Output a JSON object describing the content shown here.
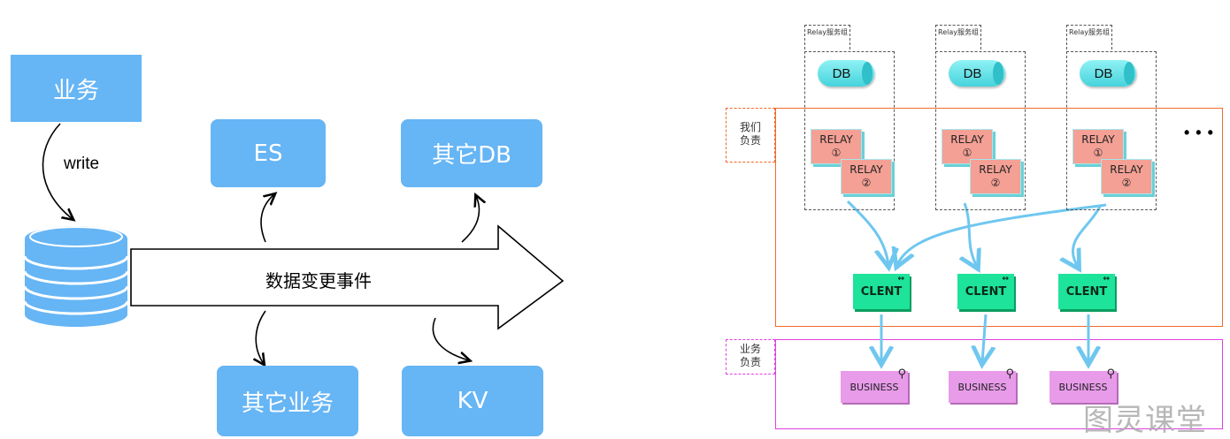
{
  "left": {
    "business": "业务",
    "write": "write",
    "es": "ES",
    "other_db": "其它DB",
    "event_arrow": "数据变更事件",
    "other_business": "其它业务",
    "kv": "KV"
  },
  "right": {
    "groups": [
      {
        "tag": "Relay服务组",
        "db": "DB",
        "relay1": "RELAY",
        "relay1_num": "①",
        "relay2": "RELAY",
        "relay2_num": "②",
        "client": "CLENT",
        "business": "BUSINESS"
      },
      {
        "tag": "Relay服务组",
        "db": "DB",
        "relay1": "RELAY",
        "relay1_num": "①",
        "relay2": "RELAY",
        "relay2_num": "②",
        "client": "CLENT",
        "business": "BUSINESS"
      },
      {
        "tag": "Relay服务组",
        "db": "DB",
        "relay1": "RELAY",
        "relay1_num": "①",
        "relay2": "RELAY",
        "relay2_num": "②",
        "client": "CLENT",
        "business": "BUSINESS"
      }
    ],
    "ellipsis": "• • •",
    "our_label_1": "我们",
    "our_label_2": "负责",
    "biz_label_1": "业务",
    "biz_label_2": "负责",
    "watermark": "图灵课堂",
    "colors": {
      "blue": "#66b5f5",
      "orange": "#f26b2a",
      "magenta": "#e040e0",
      "arrow": "#6fc7ef"
    }
  }
}
